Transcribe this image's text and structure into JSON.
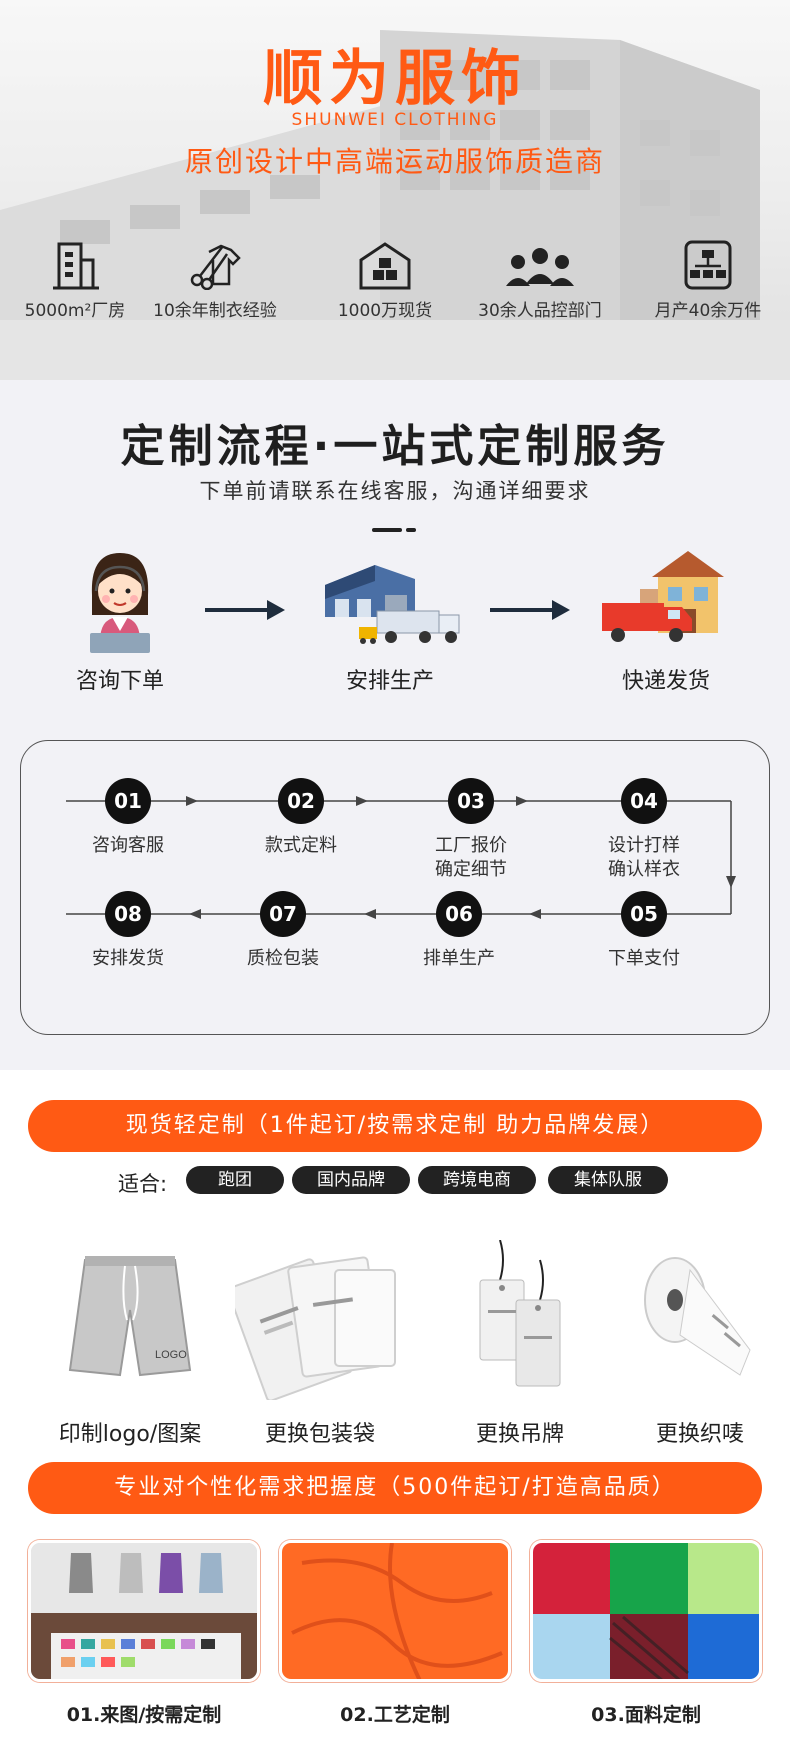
{
  "header": {
    "title": "顺为服饰",
    "subtitle_en": "SHUNWEI CLOTHING",
    "slogan": "原创设计中高端运动服饰质造商",
    "features": [
      {
        "icon": "factory-building-icon",
        "label": "5000m²厂房"
      },
      {
        "icon": "scissors-shirt-icon",
        "label": "10余年制衣经验"
      },
      {
        "icon": "warehouse-boxes-icon",
        "label": "1000万现货"
      },
      {
        "icon": "team-people-icon",
        "label": "30余人品控部门"
      },
      {
        "icon": "org-chart-icon",
        "label": "月产40余万件"
      }
    ]
  },
  "process": {
    "title": "定制流程·一站式定制服务",
    "subtitle": "下单前请联系在线客服，沟通详细要求",
    "stages": [
      {
        "icon": "customer-service-icon",
        "label": "咨询下单"
      },
      {
        "icon": "factory-truck-icon",
        "label": "安排生产"
      },
      {
        "icon": "delivery-house-icon",
        "label": "快递发货"
      }
    ],
    "steps": [
      {
        "num": "01",
        "label": "咨询客服"
      },
      {
        "num": "02",
        "label": "款式定料"
      },
      {
        "num": "03",
        "label": "工厂报价\n确定细节"
      },
      {
        "num": "04",
        "label": "设计打样\n确认样衣"
      },
      {
        "num": "05",
        "label": "下单支付"
      },
      {
        "num": "06",
        "label": "排单生产"
      },
      {
        "num": "07",
        "label": "质检包装"
      },
      {
        "num": "08",
        "label": "安排发货"
      }
    ]
  },
  "custom": {
    "banner1": "现货轻定制（1件起订/按需求定制 助力品牌发展）",
    "suit_label": "适合:",
    "tags": [
      "跑团",
      "国内品牌",
      "跨境电商",
      "集体队服"
    ],
    "products": [
      {
        "icon": "shorts-logo-icon",
        "label": "印制logo/图案",
        "logo_text": "LOGO"
      },
      {
        "icon": "packaging-bag-icon",
        "label": "更换包装袋"
      },
      {
        "icon": "hang-tag-icon",
        "label": "更换吊牌"
      },
      {
        "icon": "woven-label-roll-icon",
        "label": "更换织唛"
      }
    ],
    "banner2": "专业对个性化需求把握度（500件起订/打造高品质）",
    "services": [
      {
        "label": "01.来图/按需定制"
      },
      {
        "label": "02.工艺定制"
      },
      {
        "label": "03.面料定制"
      }
    ]
  },
  "colors": {
    "accent": "#ff5a14",
    "dark": "#111111"
  }
}
